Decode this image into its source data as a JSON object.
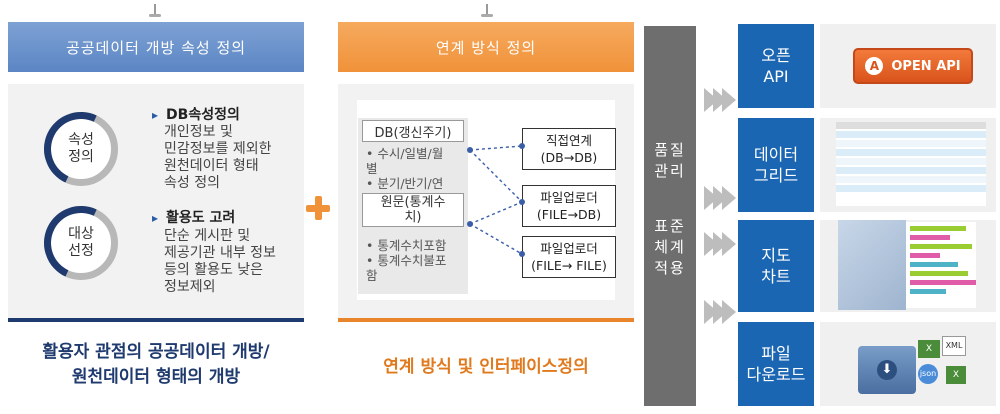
{
  "left_panel": {
    "header": "공공데이터 개방 속성 정의",
    "ring1": "속성\n정의",
    "ring2": "대상\n선정",
    "bullet1_title": "DB속성정의",
    "bullet1_text": " 개인정보 및\n민감정보를 제외한\n원천데이터 형태\n속성 정의",
    "bullet2_title": "활용도 고려",
    "bullet2_text": " 단순 게시판 및\n제공기관 내부 정보\n등의 활용도 낮은\n정보제외",
    "footer": "활용자 관점의 공공데이터 개방/\n원천데이터 형태의 개방"
  },
  "plus_symbol": "+",
  "middle_panel": {
    "header": "연계 방식 정의",
    "db_label1": "DB(갱신주기)",
    "db_items1": "• 수시/일별/월\n별\n• 분기/반기/연",
    "db_label2": "원문(통계수\n치)",
    "db_items2": "• 통계수치포함\n• 통계수치불포\n함",
    "flow1": "직접연계\n(DB→DB)",
    "flow2": "파일업로더\n(FILE→DB)",
    "flow3": "파일업로더\n(FILE→ FILE)",
    "footer": "연계 방식 및 인터페이스정의"
  },
  "vertical_bar": {
    "top": "품질\n관리",
    "bottom": "표준\n체계\n적용"
  },
  "right_panel": {
    "tile1": "오픈\nAPI",
    "tile2": "데이터\n그리드",
    "tile3": "지도\n차트",
    "tile4": "파일\n다운로드",
    "open_api_badge": "OPEN API",
    "file_badges": [
      "XML",
      "json",
      "X"
    ]
  },
  "colors": {
    "blue_header": "#5b86c4",
    "orange_header": "#f0923a",
    "dark_bar": "#6e6e6e",
    "tile_blue": "#1a66b3",
    "navy": "#1f3a6e",
    "orange_text": "#e07a1e"
  }
}
